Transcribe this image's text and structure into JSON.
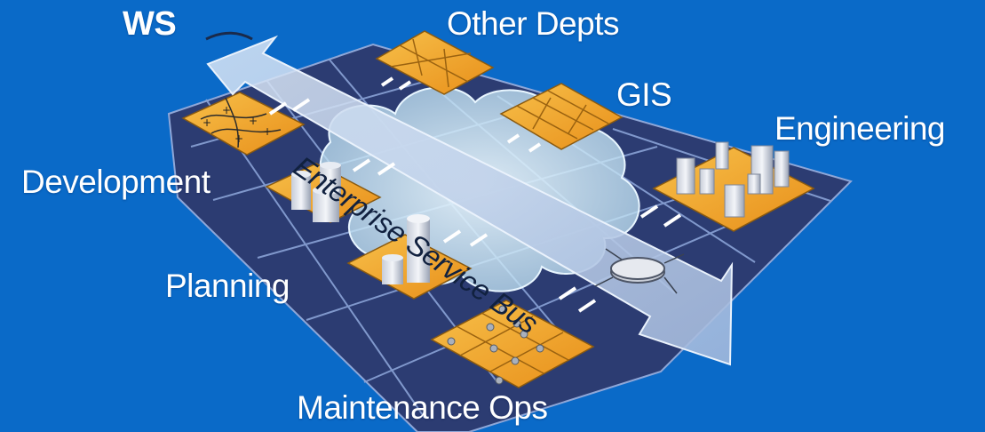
{
  "diagram": {
    "top_label": "WS",
    "bus_label": "Enterprise Service Bus",
    "departments": {
      "other_depts": "Other Depts",
      "gis": "GIS",
      "engineering": "Engineering",
      "development": "Development",
      "planning": "Planning",
      "maintenance_ops": "Maintenance Ops"
    }
  },
  "colors": {
    "background": "#0a6ac8",
    "board": "#3a4a86",
    "tile": "#f2a328",
    "bus_arrow": "#b7cae6",
    "cloud": "#cfe6f4"
  }
}
